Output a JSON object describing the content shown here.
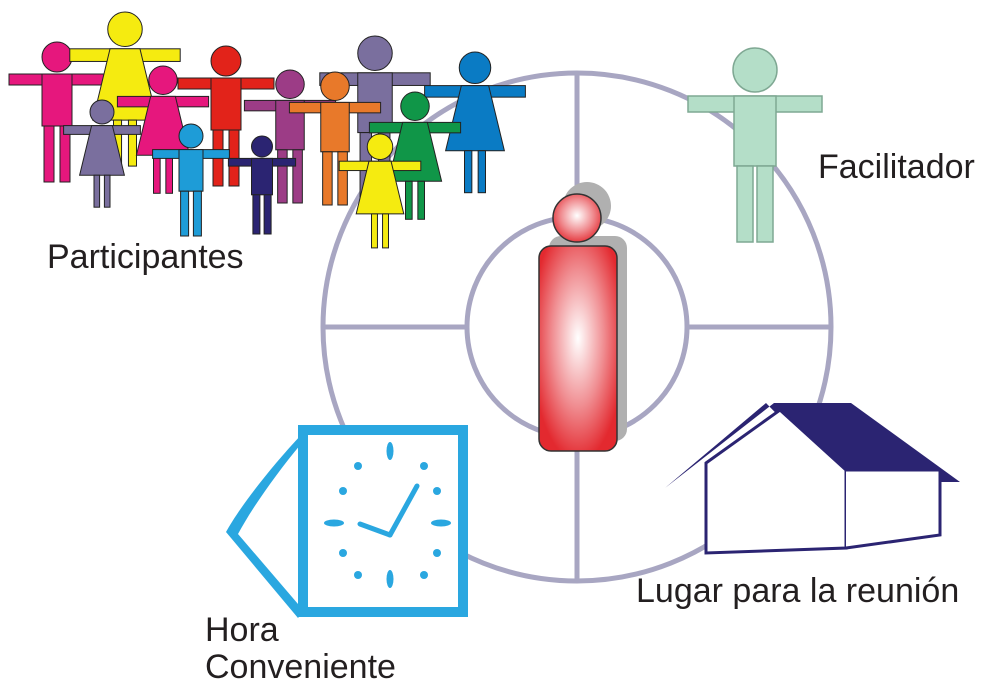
{
  "labels": {
    "participantes": "Participantes",
    "facilitador": "Facilitador",
    "lugar": "Lugar para la reunión",
    "hora_line1": "Hora",
    "hora_line2": "Conveniente"
  },
  "colors": {
    "ring": "#a8a6c2",
    "clock": "#2aa7e0",
    "house": "#2b2472",
    "facilitator": "#b4dec8",
    "center_red": "#e3292f",
    "shadow": "#b0b0b0",
    "participants": [
      "#e6177d",
      "#f5eb10",
      "#e6177d",
      "#e2231a",
      "#9c3c86",
      "#7a6f9e",
      "#e8792a",
      "#0a7bc4",
      "#7a6f9e",
      "#1e9cd7",
      "#2b2472",
      "#109648",
      "#f5eb10"
    ]
  },
  "icons": {
    "participants": "participants-group-icon",
    "facilitator": "facilitator-person-icon",
    "center": "central-person-icon",
    "clock": "clock-icon",
    "house": "house-icon"
  }
}
